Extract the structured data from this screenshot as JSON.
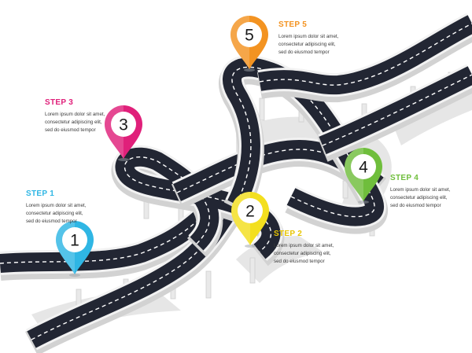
{
  "steps": [
    {
      "number": "1",
      "title": "STEP 1",
      "color": "#2fb6e4",
      "lines": [
        "Lorem ipsum dolor sit amet,",
        "consectetur adipiscing elit,",
        "sed do eiusmod tempor"
      ]
    },
    {
      "number": "2",
      "title": "STEP 2",
      "color": "#f3df1e",
      "lines": [
        "Lorem ipsum dolor sit amet,",
        "consectetur adipiscing elit,",
        "sed do eiusmod tempor"
      ]
    },
    {
      "number": "3",
      "title": "STEP 3",
      "color": "#e0207a",
      "lines": [
        "Lorem ipsum dolor sit amet,",
        "consectetur adipiscing elit,",
        "sed do eiusmod tempor"
      ]
    },
    {
      "number": "4",
      "title": "STEP 4",
      "color": "#6fbe3c",
      "lines": [
        "Lorem ipsum dolor sit amet,",
        "consectetur adipiscing elit,",
        "sed do eiusmod tempor"
      ]
    },
    {
      "number": "5",
      "title": "STEP 5",
      "color": "#f39321",
      "lines": [
        "Lorem ipsum dolor sit amet,",
        "consectetur adipiscing elit,",
        "sed do eiusmod tempor"
      ]
    }
  ],
  "colors": {
    "road": "#222633",
    "road_edge": "#f2f2f2",
    "road_side": "#d2d2d2",
    "lane_marking": "#ffffff",
    "shadow": "#e6e6e6",
    "pillar": "#e9e9e9"
  }
}
